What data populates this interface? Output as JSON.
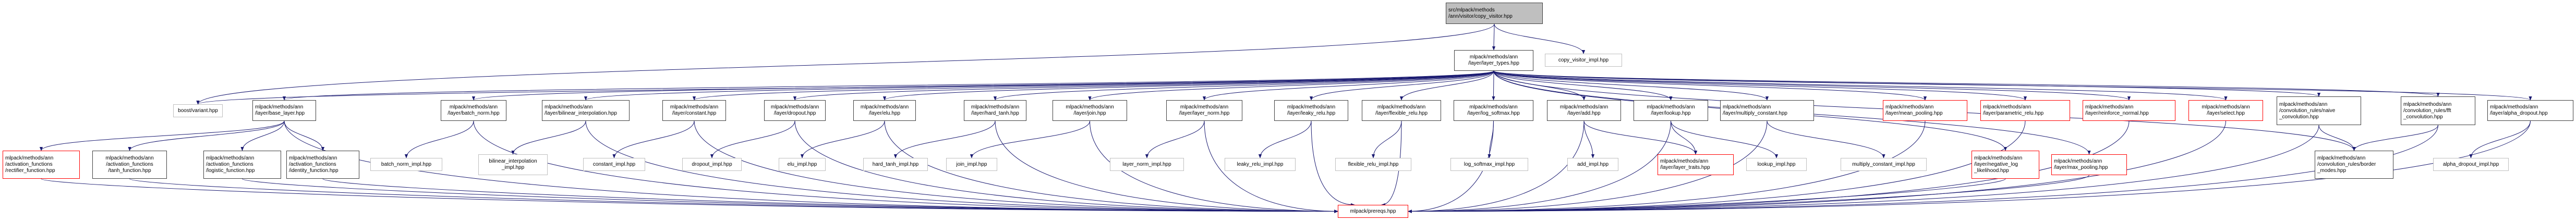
{
  "title": "src/mlpack/methods/ann/visitor/copy_visitor.hpp include dependency graph",
  "colors": {
    "edge": "#191970",
    "root_fill": "#bfbfbf",
    "node_border": "#404040",
    "external_border": "#bfbfbf",
    "truncated_border": "#ff0000"
  },
  "nodes": {
    "root": "src/mlpack/methods\n/ann/visitor/copy_visitor.hpp",
    "layer_types": "mlpack/methods/ann\n/layer/layer_types.hpp",
    "copy_visitor_impl": "copy_visitor_impl.hpp",
    "boost_variant": "boost/variant.hpp",
    "base_layer": "mlpack/methods/ann\n/layer/base_layer.hpp",
    "batch_norm": "mlpack/methods/ann\n/layer/batch_norm.hpp",
    "bilinear_interpolation": "mlpack/methods/ann\n/layer/bilinear_interpolation.hpp",
    "constant": "mlpack/methods/ann\n/layer/constant.hpp",
    "dropout": "mlpack/methods/ann\n/layer/dropout.hpp",
    "elu": "mlpack/methods/ann\n/layer/elu.hpp",
    "hard_tanh": "mlpack/methods/ann\n/layer/hard_tanh.hpp",
    "join": "mlpack/methods/ann\n/layer/join.hpp",
    "layer_norm": "mlpack/methods/ann\n/layer/layer_norm.hpp",
    "leaky_relu": "mlpack/methods/ann\n/layer/leaky_relu.hpp",
    "flexible_relu": "mlpack/methods/ann\n/layer/flexible_relu.hpp",
    "log_softmax": "mlpack/methods/ann\n/layer/log_softmax.hpp",
    "add": "mlpack/methods/ann\n/layer/add.hpp",
    "lookup": "mlpack/methods/ann\n/layer/lookup.hpp",
    "multiply_constant": "mlpack/methods/ann\n/layer/multiply_constant.hpp",
    "mean_pooling": "mlpack/methods/ann\n/layer/mean_pooling.hpp",
    "parametric_relu": "mlpack/methods/ann\n/layer/parametric_relu.hpp",
    "reinforce_normal": "mlpack/methods/ann\n/layer/reinforce_normal.hpp",
    "select": "mlpack/methods/ann\n/layer/select.hpp",
    "naive_convolution": "mlpack/methods/ann\n/convolution_rules/naive\n_convolution.hpp",
    "fft_convolution": "mlpack/methods/ann\n/convolution_rules/fft\n_convolution.hpp",
    "alpha_dropout": "mlpack/methods/ann\n/layer/alpha_dropout.hpp",
    "rectifier_function": "mlpack/methods/ann\n/activation_functions\n/rectifier_function.hpp",
    "tanh_function": "mlpack/methods/ann\n/activation_functions\n/tanh_function.hpp",
    "logistic_function": "mlpack/methods/ann\n/activation_functions\n/logistic_function.hpp",
    "identity_function": "mlpack/methods/ann\n/activation_functions\n/identity_function.hpp",
    "batch_norm_impl": "batch_norm_impl.hpp",
    "bilinear_interpolation_impl": "bilinear_interpolation\n_impl.hpp",
    "constant_impl": "constant_impl.hpp",
    "dropout_impl": "dropout_impl.hpp",
    "elu_impl": "elu_impl.hpp",
    "hard_tanh_impl": "hard_tanh_impl.hpp",
    "join_impl": "join_impl.hpp",
    "layer_norm_impl": "layer_norm_impl.hpp",
    "leaky_relu_impl": "leaky_relu_impl.hpp",
    "flexible_relu_impl": "flexible_relu_impl.hpp",
    "log_softmax_impl": "log_softmax_impl.hpp",
    "add_impl": "add_impl.hpp",
    "layer_traits": "mlpack/methods/ann\n/layer/layer_traits.hpp",
    "lookup_impl": "lookup_impl.hpp",
    "multiply_constant_impl": "multiply_constant_impl.hpp",
    "negative_log_likelihood": "mlpack/methods/ann\n/layer/negative_log\n_likelihood.hpp",
    "max_pooling": "mlpack/methods/ann\n/layer/max_pooling.hpp",
    "border_modes": "mlpack/methods/ann\n/convolution_rules/border\n_modes.hpp",
    "alpha_dropout_impl": "alpha_dropout_impl.hpp",
    "prereqs": "mlpack/prereqs.hpp"
  },
  "edges": [
    [
      "root",
      "layer_types"
    ],
    [
      "root",
      "copy_visitor_impl"
    ],
    [
      "root",
      "boost_variant"
    ],
    [
      "layer_types",
      "boost_variant"
    ],
    [
      "layer_types",
      "base_layer"
    ],
    [
      "layer_types",
      "batch_norm"
    ],
    [
      "layer_types",
      "bilinear_interpolation"
    ],
    [
      "layer_types",
      "constant"
    ],
    [
      "layer_types",
      "dropout"
    ],
    [
      "layer_types",
      "elu"
    ],
    [
      "layer_types",
      "hard_tanh"
    ],
    [
      "layer_types",
      "join"
    ],
    [
      "layer_types",
      "layer_norm"
    ],
    [
      "layer_types",
      "leaky_relu"
    ],
    [
      "layer_types",
      "flexible_relu"
    ],
    [
      "layer_types",
      "log_softmax"
    ],
    [
      "layer_types",
      "add"
    ],
    [
      "layer_types",
      "lookup"
    ],
    [
      "layer_types",
      "multiply_constant"
    ],
    [
      "layer_types",
      "mean_pooling"
    ],
    [
      "layer_types",
      "parametric_relu"
    ],
    [
      "layer_types",
      "reinforce_normal"
    ],
    [
      "layer_types",
      "select"
    ],
    [
      "layer_types",
      "naive_convolution"
    ],
    [
      "layer_types",
      "fft_convolution"
    ],
    [
      "layer_types",
      "alpha_dropout"
    ],
    [
      "layer_types",
      "negative_log_likelihood"
    ],
    [
      "layer_types",
      "max_pooling"
    ],
    [
      "layer_types",
      "border_modes"
    ],
    [
      "base_layer",
      "rectifier_function"
    ],
    [
      "base_layer",
      "tanh_function"
    ],
    [
      "base_layer",
      "logistic_function"
    ],
    [
      "base_layer",
      "identity_function"
    ],
    [
      "base_layer",
      "prereqs"
    ],
    [
      "batch_norm",
      "batch_norm_impl"
    ],
    [
      "batch_norm",
      "prereqs"
    ],
    [
      "bilinear_interpolation",
      "bilinear_interpolation_impl"
    ],
    [
      "bilinear_interpolation",
      "prereqs"
    ],
    [
      "constant",
      "constant_impl"
    ],
    [
      "constant",
      "prereqs"
    ],
    [
      "dropout",
      "dropout_impl"
    ],
    [
      "dropout",
      "prereqs"
    ],
    [
      "elu",
      "elu_impl"
    ],
    [
      "elu",
      "prereqs"
    ],
    [
      "hard_tanh",
      "hard_tanh_impl"
    ],
    [
      "hard_tanh",
      "prereqs"
    ],
    [
      "join",
      "join_impl"
    ],
    [
      "join",
      "prereqs"
    ],
    [
      "layer_norm",
      "layer_norm_impl"
    ],
    [
      "layer_norm",
      "prereqs"
    ],
    [
      "leaky_relu",
      "leaky_relu_impl"
    ],
    [
      "leaky_relu",
      "prereqs"
    ],
    [
      "flexible_relu",
      "flexible_relu_impl"
    ],
    [
      "flexible_relu",
      "prereqs"
    ],
    [
      "log_softmax",
      "log_softmax_impl"
    ],
    [
      "log_softmax",
      "prereqs"
    ],
    [
      "add",
      "add_impl"
    ],
    [
      "add",
      "layer_traits"
    ],
    [
      "add",
      "prereqs"
    ],
    [
      "lookup",
      "layer_traits"
    ],
    [
      "lookup",
      "lookup_impl"
    ],
    [
      "lookup",
      "prereqs"
    ],
    [
      "multiply_constant",
      "multiply_constant_impl"
    ],
    [
      "multiply_constant",
      "prereqs"
    ],
    [
      "mean_pooling",
      "prereqs"
    ],
    [
      "parametric_relu",
      "prereqs"
    ],
    [
      "reinforce_normal",
      "prereqs"
    ],
    [
      "select",
      "prereqs"
    ],
    [
      "negative_log_likelihood",
      "prereqs"
    ],
    [
      "max_pooling",
      "prereqs"
    ],
    [
      "naive_convolution",
      "border_modes"
    ],
    [
      "naive_convolution",
      "prereqs"
    ],
    [
      "fft_convolution",
      "border_modes"
    ],
    [
      "fft_convolution",
      "prereqs"
    ],
    [
      "alpha_dropout",
      "alpha_dropout_impl"
    ],
    [
      "alpha_dropout",
      "prereqs"
    ],
    [
      "rectifier_function",
      "prereqs"
    ],
    [
      "tanh_function",
      "prereqs"
    ],
    [
      "logistic_function",
      "prereqs"
    ],
    [
      "identity_function",
      "prereqs"
    ]
  ]
}
